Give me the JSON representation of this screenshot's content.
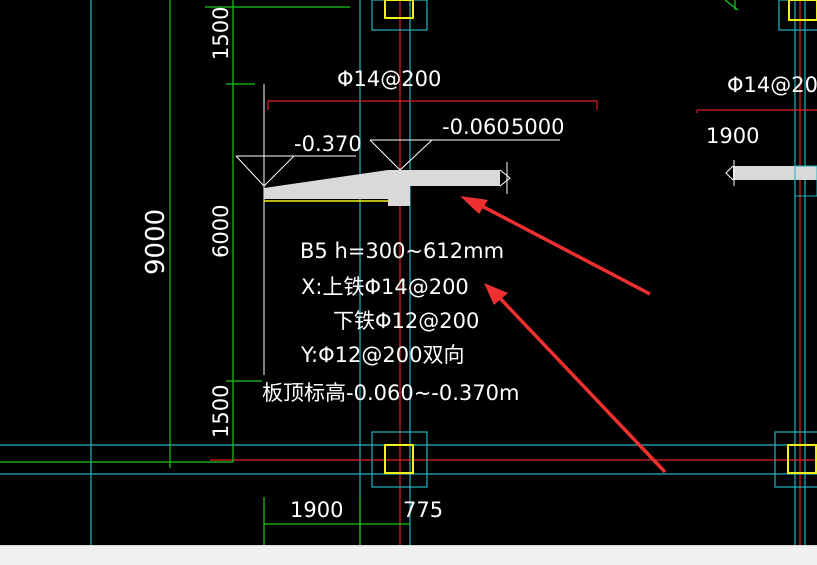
{
  "colors": {
    "background": "#000000",
    "grid_green": "#19c919",
    "grid_cyan": "#22b3c3",
    "red_axis": "#e02020",
    "column_yellow": "#f2f21a",
    "slab_fill": "#d9d9d9",
    "arrow": "#f03030",
    "text": "#ffffff"
  },
  "dimensions": {
    "left_top": "1500",
    "left_total": "9000",
    "left_mid": "6000",
    "left_bottom": "1500",
    "bottom_left": "1900",
    "bottom_right": "775",
    "right_top": "1900"
  },
  "section": {
    "rebar_top": "Φ14@200",
    "rebar_top_right": "Φ14@20",
    "elev_left": "-0.370",
    "elev_right": "-0.060",
    "span": "5000"
  },
  "slab_note": {
    "line1": "B5 h=300~612mm",
    "line2": "X:上铁Φ14@200",
    "line3": "下铁Φ12@200",
    "line4": "Y:Φ12@200双向",
    "line5": "板顶标高-0.060~-0.370m"
  }
}
